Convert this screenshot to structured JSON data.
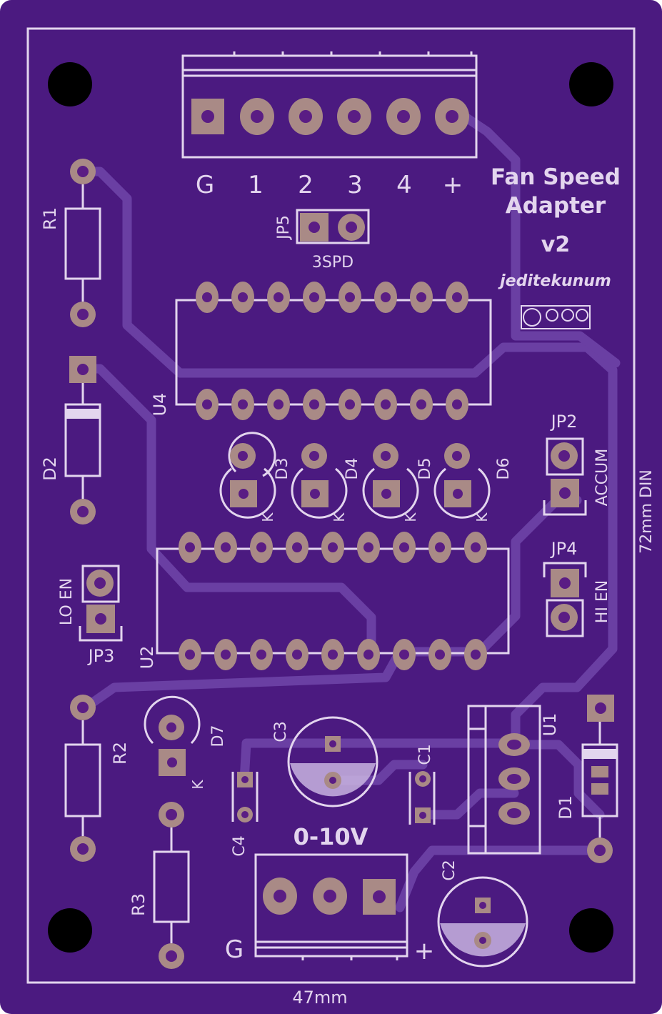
{
  "board": {
    "title_line1": "Fan Speed",
    "title_line2": "Adapter",
    "version": "v2",
    "author": "jeditekunum",
    "width_label": "47mm",
    "height_label": "72mm DIN",
    "license_badge": "cc-by-nd-sa-icon"
  },
  "colors": {
    "board": "#4b1a80",
    "silkscreen": "#e3d5ee",
    "pad": "#a98a86",
    "trace": "#6a3fa3",
    "hole": "#000000"
  },
  "connectors": {
    "fan": {
      "pins": [
        "G",
        "1",
        "2",
        "3",
        "4",
        "+"
      ]
    },
    "input": {
      "label": "0-10V",
      "ground": "G",
      "plus": "+"
    }
  },
  "labels": {
    "r1": "R1",
    "r2": "R2",
    "r3": "R3",
    "d1": "D1",
    "d2": "D2",
    "d3": "D3",
    "d4": "D4",
    "d5": "D5",
    "d6": "D6",
    "d7": "D7",
    "u1": "U1",
    "u2": "U2",
    "u4": "U4",
    "c1": "C1",
    "c2": "C2",
    "c3": "C3",
    "c4": "C4",
    "jp2": "JP2",
    "jp3": "JP3",
    "jp4": "JP4",
    "jp5": "JP5",
    "jp2_func": "ACCUM",
    "jp3_func": "LO EN",
    "jp4_func": "HI EN",
    "jp5_func": "3SPD",
    "cathode": "K"
  }
}
